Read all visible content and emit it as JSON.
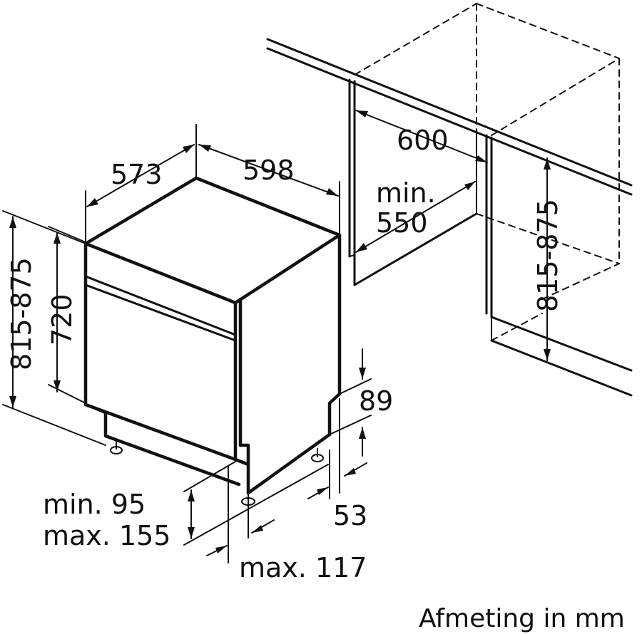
{
  "dimensions": {
    "depth": "573",
    "width": "598",
    "niche_width": "600",
    "niche_depth_line1": "min.",
    "niche_depth_line2": "550",
    "height_range_left": "815-875",
    "appliance_height": "720",
    "niche_height_range": "815-875",
    "plinth_recess": "89",
    "plinth_offset": "53",
    "plinth_height_line1": "min. 95",
    "plinth_height_line2": "max. 155",
    "foot_offset": "max. 117"
  },
  "caption": "Afmeting in mm",
  "colors": {
    "line": "#111111",
    "background": "#ffffff"
  }
}
